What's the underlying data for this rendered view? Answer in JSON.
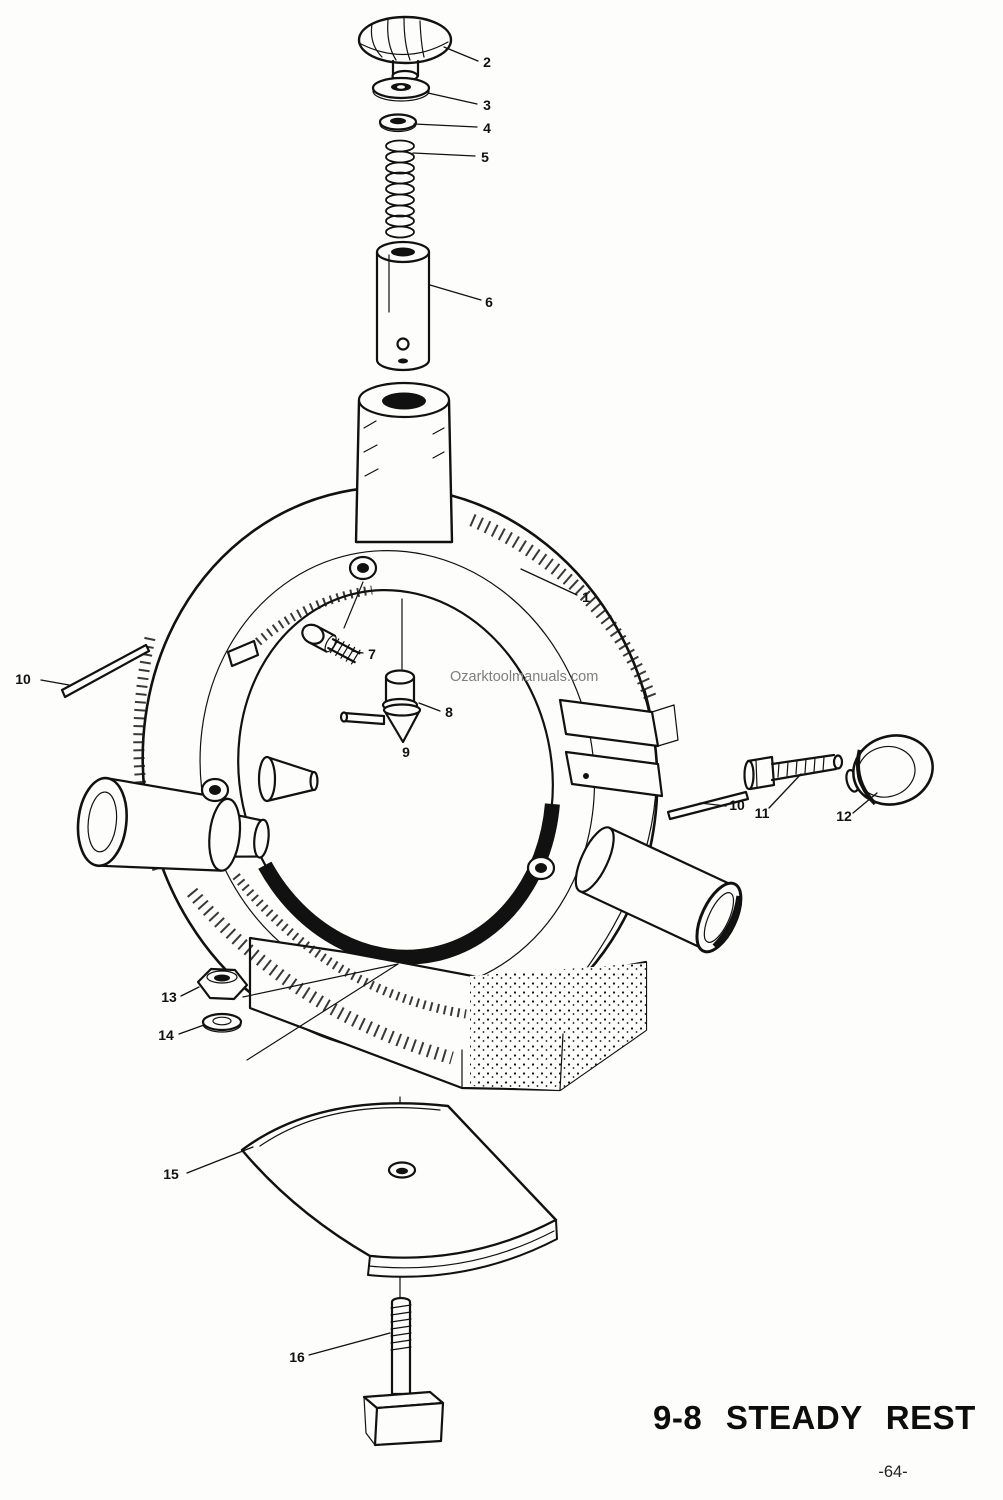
{
  "doc": {
    "title": "9-8 STEADY REST",
    "page_number": "-64-",
    "watermark": "Ozarktoolmanuals.com"
  },
  "diagram": {
    "callouts": [
      {
        "part": "2"
      },
      {
        "part": "3"
      },
      {
        "part": "4"
      },
      {
        "part": "5"
      },
      {
        "part": "6"
      },
      {
        "part": "1"
      },
      {
        "part": "7"
      },
      {
        "part": "8"
      },
      {
        "part": "9"
      },
      {
        "part": "10"
      },
      {
        "part": "10"
      },
      {
        "part": "11"
      },
      {
        "part": "12"
      },
      {
        "part": "13"
      },
      {
        "part": "14"
      },
      {
        "part": "15"
      },
      {
        "part": "16"
      }
    ]
  }
}
